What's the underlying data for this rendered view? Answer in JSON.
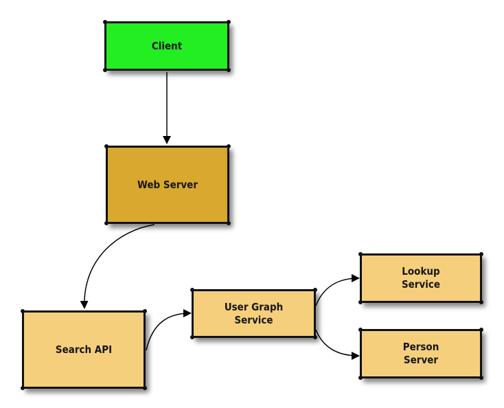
{
  "diagram": {
    "nodes": {
      "client": {
        "label": "Client",
        "color": "#22ee22"
      },
      "web_server": {
        "label": "Web Server",
        "color": "#d9a82e"
      },
      "search_api": {
        "label": "Search API",
        "color": "#f5cf7c"
      },
      "user_graph": {
        "label": "User Graph\nService",
        "color": "#f5cf7c"
      },
      "lookup": {
        "label": "Lookup\nService",
        "color": "#f5cf7c"
      },
      "person": {
        "label": "Person\nServer",
        "color": "#f5cf7c"
      }
    },
    "edges": [
      {
        "from": "client",
        "to": "web_server"
      },
      {
        "from": "web_server",
        "to": "search_api"
      },
      {
        "from": "search_api",
        "to": "user_graph"
      },
      {
        "from": "user_graph",
        "to": "lookup"
      },
      {
        "from": "user_graph",
        "to": "person"
      }
    ]
  }
}
